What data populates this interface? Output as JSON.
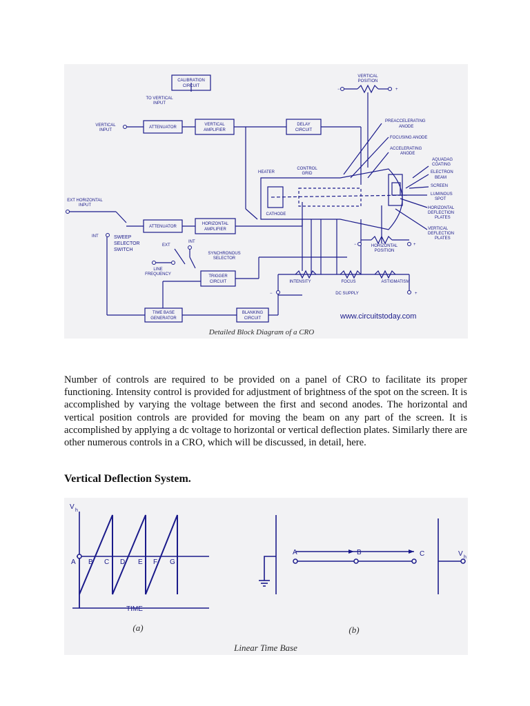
{
  "figure1": {
    "blocks": {
      "calibration": [
        "CALIBRATION",
        "CIRCUIT"
      ],
      "attenuator_v": "ATTENUATOR",
      "vertical_amp": [
        "VERTICAL",
        "AMPLIFIER"
      ],
      "delay": [
        "DELAY",
        "CIRCUIT"
      ],
      "attenuator_h": "ATTENUATOR",
      "horizontal_amp": [
        "HORIZONTAL",
        "AMPLIFIER"
      ],
      "trigger": [
        "TRIGGER",
        "CIRCUIT"
      ],
      "timebase": [
        "TIME BASE",
        "GENERATOR"
      ],
      "blanking": [
        "BLANKING",
        "CIRCUIT"
      ]
    },
    "labels": {
      "to_vertical_input": [
        "TO VERTICAL",
        "INPUT"
      ],
      "vertical_input": [
        "VERTICAL",
        "INPUT"
      ],
      "ext_horizontal_input": [
        "EXT HORIZONTAL",
        "INPUT"
      ],
      "int": "INT",
      "sweep_selector": [
        "SWEEP",
        "SELECTOR",
        "SWITCH"
      ],
      "ext": "EXT",
      "int2": "INT",
      "synchronous_selector": [
        "SYNCHRONOUS",
        "SELECTOR"
      ],
      "line_frequency": [
        "LINE",
        "FREQUENCY"
      ],
      "vertical_position": [
        "VERTICAL",
        "POSITION"
      ],
      "preaccelerating_anode": [
        "PREACCELERATING",
        "ANODE"
      ],
      "focusing_anode": "FOCUSING ANODE",
      "accelerating_anode": [
        "ACCELERATING",
        "ANODE"
      ],
      "aquadag": [
        "AQUADAG",
        "COATING"
      ],
      "electron_beam": [
        "ELECTRON",
        "BEAM"
      ],
      "screen": "SCREEN",
      "luminous_spot": [
        "LUMINOUS",
        "SPOT"
      ],
      "horizontal_deflection": [
        "HORIZONTAL",
        "DEFLECTION",
        "PLATES"
      ],
      "vertical_deflection": [
        "VERTICAL",
        "DEFLECTION",
        "PLATES"
      ],
      "horizontal_position": [
        "HORIZONTAL",
        "POSITION"
      ],
      "heater": "HEATER",
      "control_grid": [
        "CONTROL",
        "GRID"
      ],
      "cathode": "CATHODE",
      "intensity": "INTENSITY",
      "focus": "FOCUS",
      "astigmatism": "ASTIGMATISM",
      "dc_supply": "DC SUPPLY",
      "minus": "−",
      "plus": "+",
      "website": "www.circuitstoday.com"
    },
    "caption": "Detailed Block Diagram of a CRO"
  },
  "paragraph": "Number of controls are required to be provided on a panel of CRO to facilitate its proper functioning. Intensity control is provided for adjustment of brightness of the spot on the screen. It is accomplished by varying the voltage between the first and second anodes. The horizontal and vertical position controls are provided for moving the beam on any part of the screen. It is accomplished by applying a dc voltage to horizontal or vertical deflection plates. Similarly there are other numerous controls in a CRO, which will be discussed, in detail, here.",
  "heading": "Vertical Deflection System.",
  "figure2": {
    "vh_label": "V",
    "vh_sub": "h",
    "points": [
      "A",
      "B",
      "C",
      "D",
      "E",
      "F",
      "G"
    ],
    "time_label": "TIME",
    "part_a": "(a)",
    "part_b": "(b)",
    "b_points": [
      "A",
      "B",
      "C"
    ],
    "caption": "Linear Time Base"
  }
}
